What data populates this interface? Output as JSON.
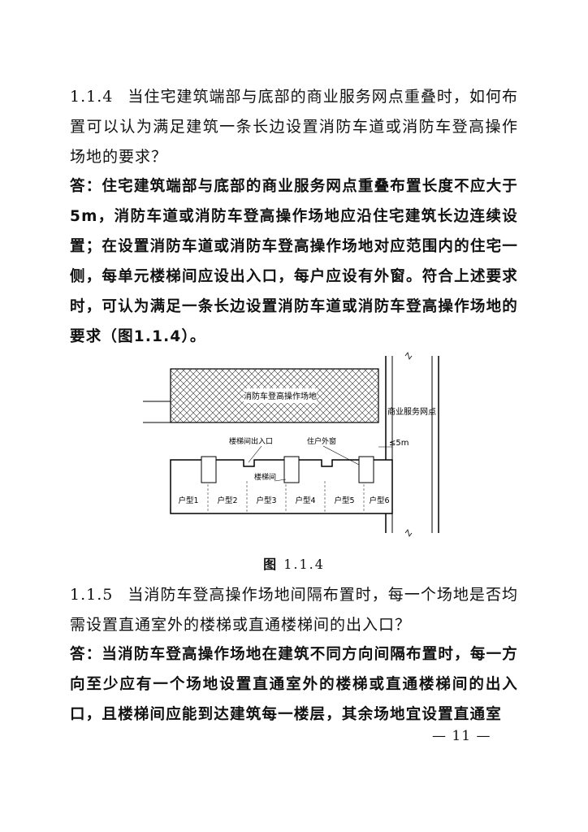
{
  "section_1_1_4": {
    "number": "1.1.4",
    "question": "当住宅建筑端部与底部的商业服务网点重叠时，如何布置可以认为满足建筑一条长边设置消防车道或消防车登高操作场地的要求？",
    "answer": "答：住宅建筑端部与底部的商业服务网点重叠布置长度不应大于5m，消防车道或消防车登高操作场地应沿住宅建筑长边连续设置；在设置消防车道或消防车登高操作场地对应范围内的住宅一侧，每单元楼梯间应设出入口，每户应设有外窗。符合上述要求时，可认为满足一条长边设置消防车道或消防车登高操作场地的要求（图1.1.4）。"
  },
  "figure": {
    "hatched_area_label": "消防车登高操作场地",
    "commercial_label": "商业服务网点",
    "stair_entrance_label": "楼梯间出入口",
    "window_label": "住户外窗",
    "overlap_label": "≤5m",
    "stairwell_label": "楼梯间",
    "units": [
      "户型1",
      "户型2",
      "户型3",
      "户型4",
      "户型5",
      "户型6"
    ],
    "caption_label": "图",
    "caption_number": "1.1.4"
  },
  "section_1_1_5": {
    "number": "1.1.5",
    "question": "当消防车登高操作场地间隔布置时，每一个场地是否均需设置直通室外的楼梯或直通楼梯间的出入口？",
    "answer": "答：当消防车登高操作场地在建筑不同方向间隔布置时，每一方向至少应有一个场地设置直通室外的楼梯或直通楼梯间的出入口，且楼梯间应能到达建筑每一楼层，其余场地宜设置直通室"
  },
  "page_number": "— 11 —"
}
